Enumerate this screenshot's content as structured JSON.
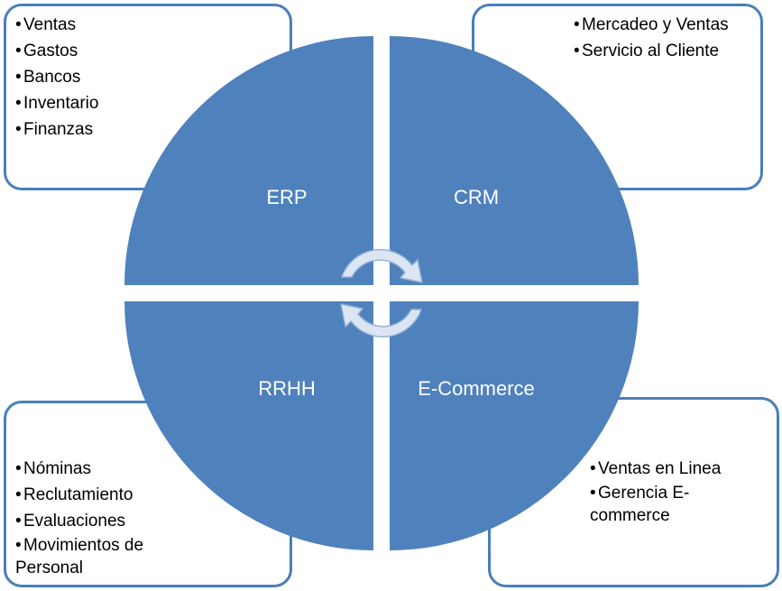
{
  "quadrants": {
    "erp": {
      "label": "ERP",
      "items": [
        "Ventas",
        "Gastos",
        "Bancos",
        "Inventario",
        "Finanzas"
      ]
    },
    "crm": {
      "label": "CRM",
      "items": [
        "Mercadeo y Ventas",
        "Servicio al Cliente"
      ]
    },
    "rrhh": {
      "label": "RRHH",
      "items": [
        "Nóminas",
        "Reclutamiento",
        "Evaluaciones",
        "Movimientos de Personal"
      ]
    },
    "ecommerce": {
      "label": "E-Commerce",
      "items": [
        "Ventas en Linea",
        "Gerencia E-commerce"
      ]
    }
  },
  "bullet": "•",
  "colors": {
    "quadrant_fill": "#4f81bd",
    "box_border": "#4a7ebb",
    "arrow_fill": "#dce6f2",
    "arrow_stroke": "#95b3d7"
  }
}
